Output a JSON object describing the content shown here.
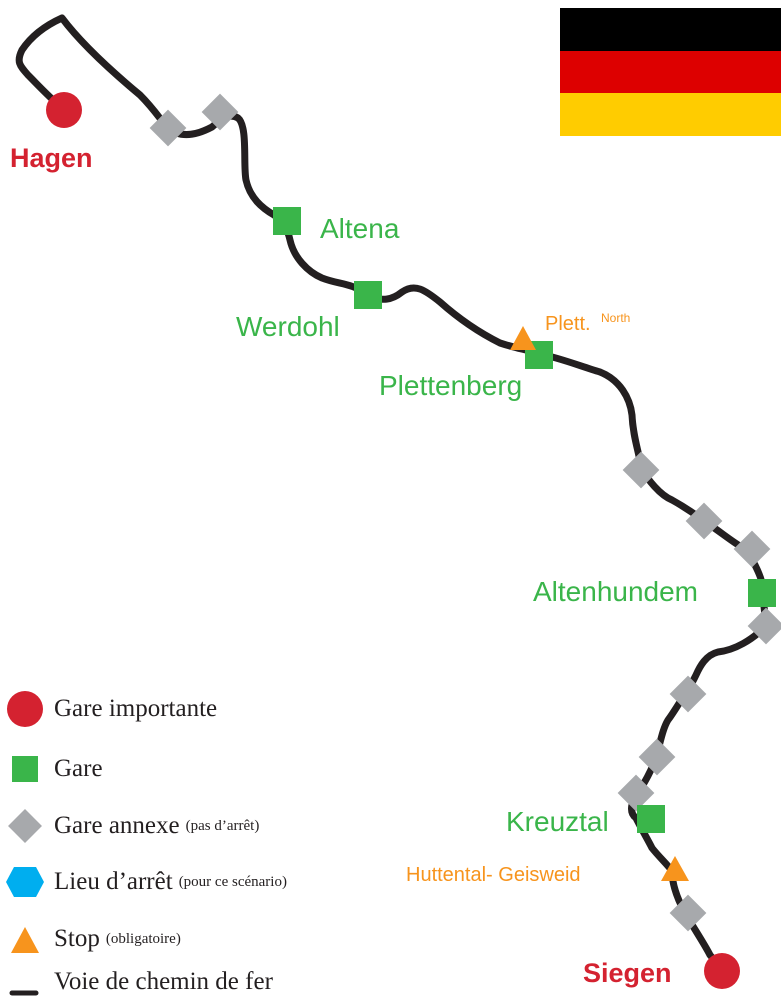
{
  "flag": {
    "name": "Germany",
    "colors": [
      "#000000",
      "#dd0000",
      "#ffcc00"
    ]
  },
  "colors": {
    "track": "#231f20",
    "major": "#d42230",
    "station": "#3ab54a",
    "annex": "#a7a9ac",
    "stop": "#f7941d",
    "halt": "#00aeef"
  },
  "cities": {
    "hagen": "Hagen",
    "siegen": "Siegen"
  },
  "stations": {
    "altena": "Altena",
    "werdohl": "Werdohl",
    "plettenberg": "Plettenberg",
    "altenhundem": "Altenhundem",
    "kreuztal": "Kreuztal"
  },
  "stops": {
    "plett_name": "Plett.",
    "plett_sup": "North",
    "huttental": "Huttental- Geisweid"
  },
  "legend": {
    "major": "Gare importante",
    "station": "Gare",
    "annex": "Gare annexe",
    "annex_note": "(pas d’arrêt)",
    "halt": "Lieu d’arrêt",
    "halt_note": "(pour ce scénario)",
    "stop": "Stop",
    "stop_note": "(obligatoire)",
    "track": "Voie de chemin de fer"
  }
}
